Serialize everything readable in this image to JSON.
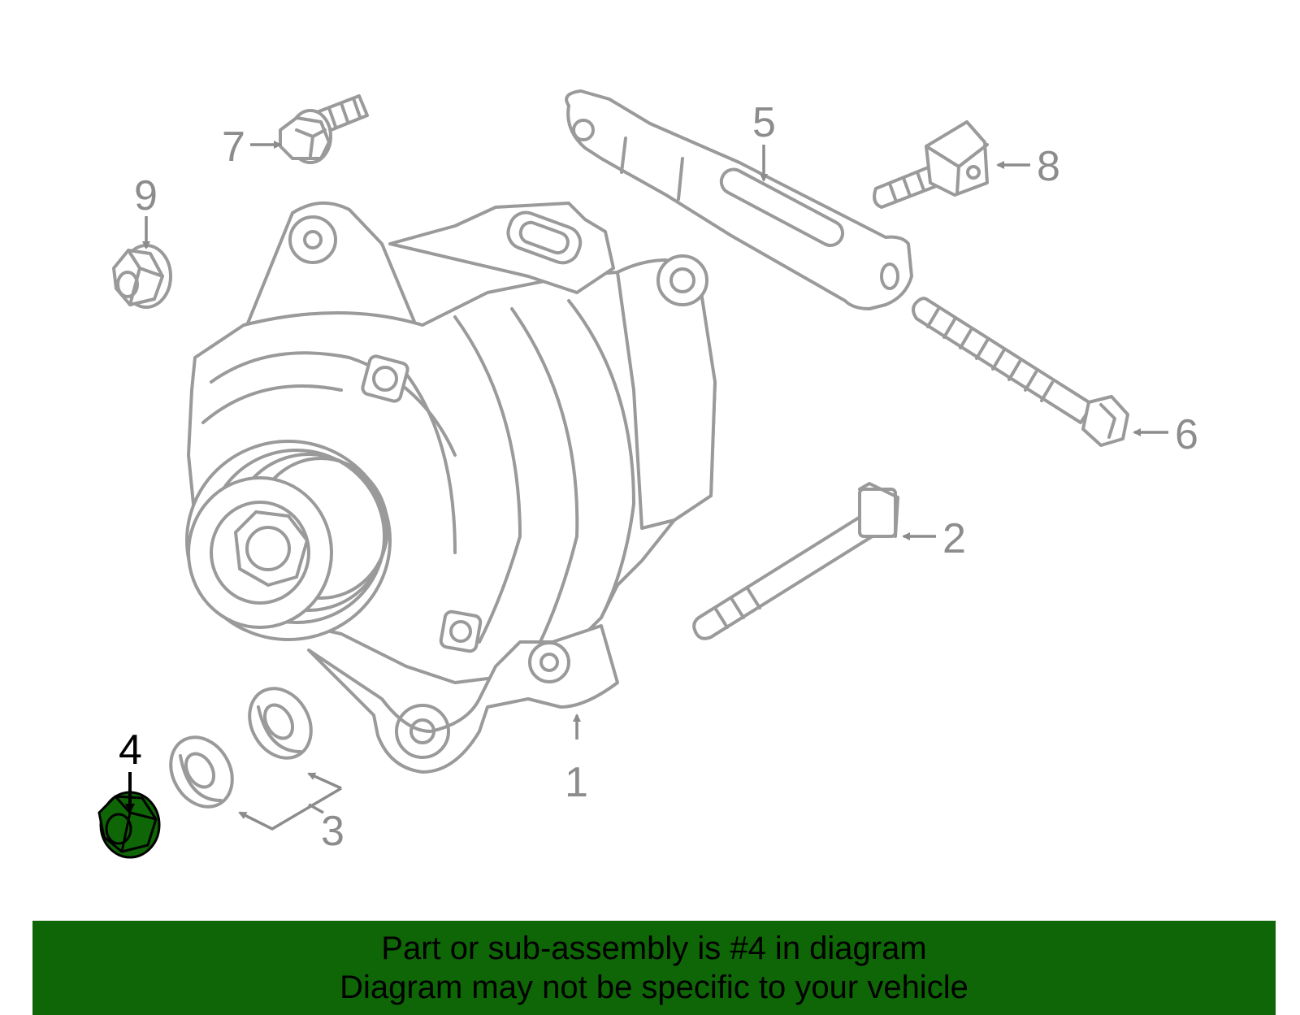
{
  "diagram": {
    "highlight_color": "#0f6606",
    "line_color": "#9a9a9a",
    "callouts": [
      {
        "id": "1",
        "label": "1"
      },
      {
        "id": "2",
        "label": "2"
      },
      {
        "id": "3",
        "label": "3"
      },
      {
        "id": "4",
        "label": "4",
        "highlighted": true
      },
      {
        "id": "5",
        "label": "5"
      },
      {
        "id": "6",
        "label": "6"
      },
      {
        "id": "7",
        "label": "7"
      },
      {
        "id": "8",
        "label": "8"
      },
      {
        "id": "9",
        "label": "9"
      }
    ]
  },
  "banner": {
    "background": "#0f6606",
    "line1": "Part or sub-assembly is #4 in diagram",
    "line2": "Diagram may not be specific to your vehicle"
  }
}
